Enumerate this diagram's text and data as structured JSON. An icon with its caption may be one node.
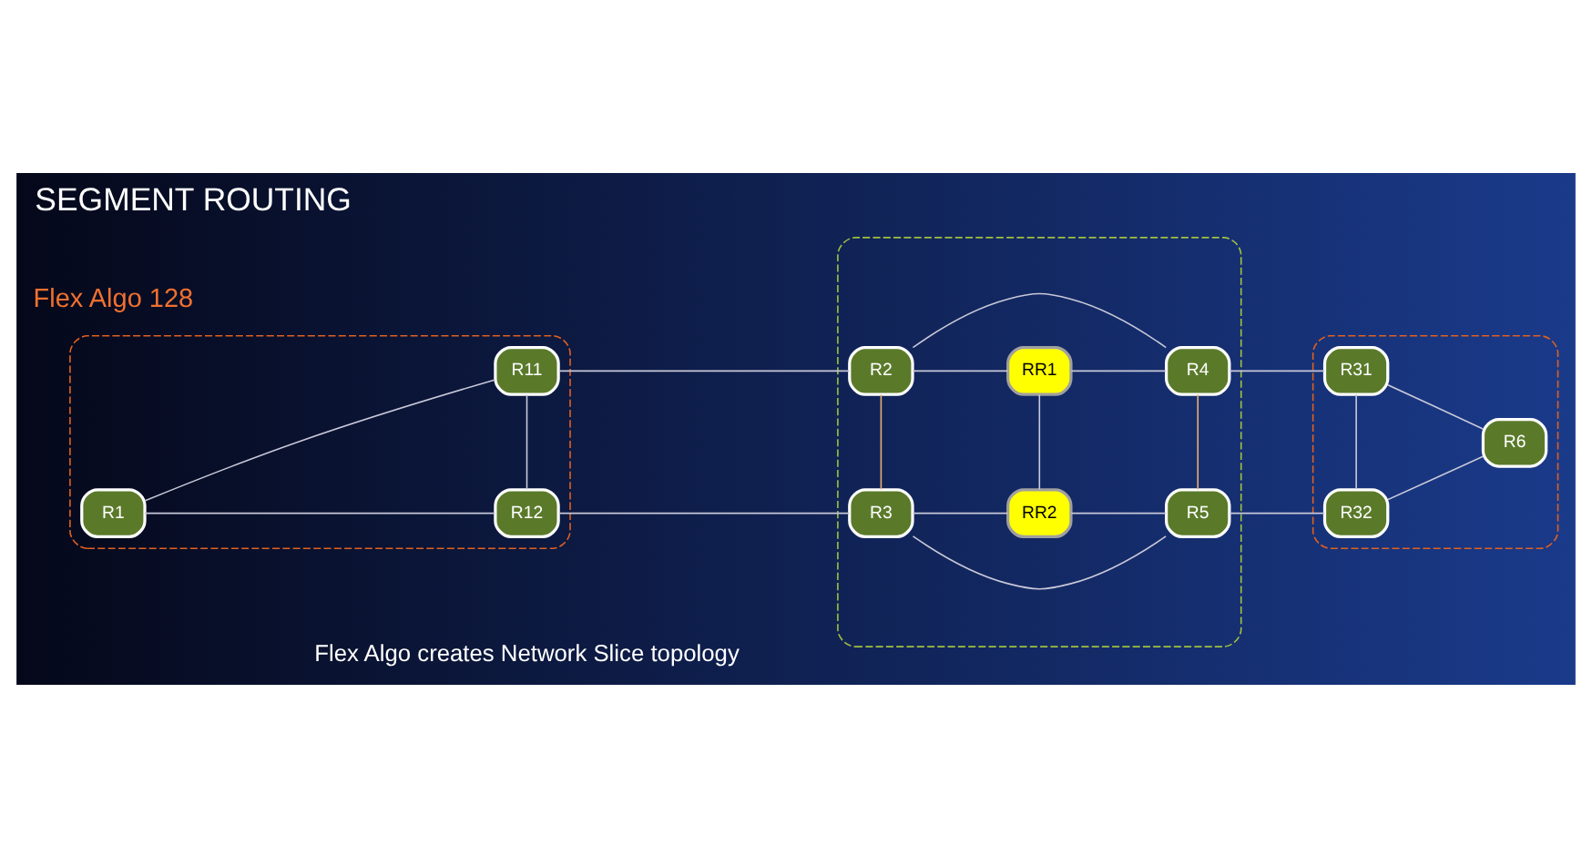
{
  "diagram": {
    "title": "SEGMENT ROUTING",
    "caption": "Flex Algo creates Network Slice topology",
    "nodes": [
      {
        "text": [],
        "shape": "box"
      },
      {
        "text": [
          "R1"
        ],
        "in": 0
      },
      {
        "text": [
          "R11"
        ],
        "in": 0
      },
      {
        "text": [
          "R12"
        ],
        "in": 0
      },
      {
        "text": [],
        "shape": "box"
      },
      {
        "text": [
          "R2"
        ],
        "in": 4
      },
      {
        "text": [
          "R3"
        ],
        "in": 4
      },
      {
        "text": [
          "RR1"
        ],
        "in": 4
      },
      {
        "text": [
          "RR2"
        ],
        "in": 4
      },
      {
        "text": [
          "R4"
        ],
        "in": 4
      },
      {
        "text": [
          "R5"
        ],
        "in": 4
      },
      {
        "text": [],
        "shape": "box"
      },
      {
        "text": [
          "R31"
        ],
        "in": 11
      },
      {
        "text": [
          "R32"
        ],
        "in": 11
      },
      {
        "text": [
          "R6"
        ],
        "in": 11
      }
    ],
    "edges": [
      {
        "from": 1,
        "to": 2,
        "arrow": "none"
      },
      {
        "from": 1,
        "to": 3,
        "arrow": "none"
      },
      {
        "from": 2,
        "to": 3,
        "arrow": "none"
      },
      {
        "from": 2,
        "to": 5,
        "arrow": "none"
      },
      {
        "from": 3,
        "to": 6,
        "arrow": "none"
      },
      {
        "from": 5,
        "to": 6,
        "arrow": "none",
        "color": "#e8b070"
      },
      {
        "from": 5,
        "to": 7,
        "arrow": "none"
      },
      {
        "from": 5,
        "to": 9,
        "arrow": "none"
      },
      {
        "from": 7,
        "to": 9,
        "arrow": "none"
      },
      {
        "from": 7,
        "to": 8,
        "arrow": "none"
      },
      {
        "from": 6,
        "to": 8,
        "arrow": "none"
      },
      {
        "from": 6,
        "to": 10,
        "arrow": "none"
      },
      {
        "from": 8,
        "to": 10,
        "arrow": "none"
      },
      {
        "from": 9,
        "to": 10,
        "arrow": "none",
        "color": "#e8b070"
      },
      {
        "from": 9,
        "to": 12,
        "arrow": "none"
      },
      {
        "from": 10,
        "to": 13,
        "arrow": "none"
      },
      {
        "from": 12,
        "to": 13,
        "arrow": "none"
      },
      {
        "from": 12,
        "to": 14,
        "arrow": "none"
      },
      {
        "from": 13,
        "to": 14,
        "arrow": "none"
      }
    ],
    "labels": [
      "Flex Algo 128"
    ]
  }
}
